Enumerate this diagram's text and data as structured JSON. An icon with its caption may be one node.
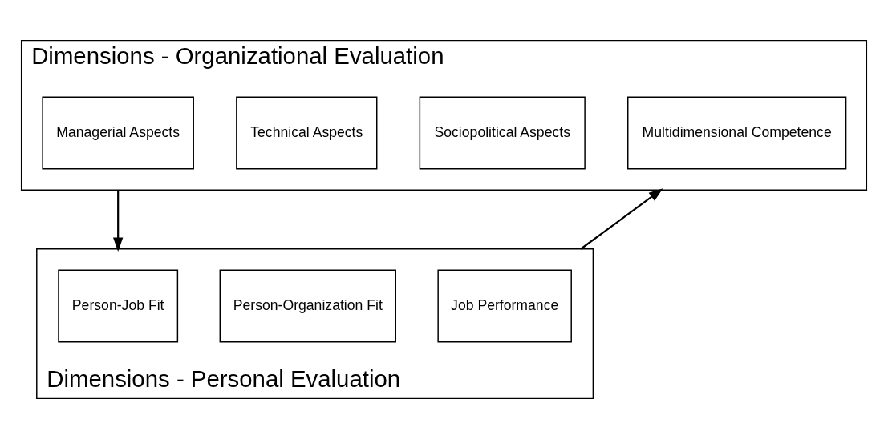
{
  "diagram": {
    "nodes": [
      {
        "text": [
          "Dimensions - Organizational Evaluation"
        ]
      },
      {
        "text": [
          "Managerial Aspects"
        ],
        "in": 0
      },
      {
        "text": [
          "Technical Aspects"
        ],
        "in": 0
      },
      {
        "text": [
          "Sociopolitical Aspects"
        ],
        "in": 0
      },
      {
        "text": [
          "Multidimensional Competence"
        ],
        "in": 0
      },
      {
        "text": [
          "Dimensions - Personal Evaluation"
        ]
      },
      {
        "text": [
          "Person-Job Fit"
        ],
        "in": 5
      },
      {
        "text": [
          "Person-Organization Fit"
        ],
        "in": 5
      },
      {
        "text": [
          "Job Performance"
        ],
        "in": 5
      }
    ],
    "edges": [
      {
        "from": 0,
        "to": 5,
        "arrow": "to"
      },
      {
        "from": 5,
        "to": 0,
        "arrow": "to"
      }
    ]
  }
}
